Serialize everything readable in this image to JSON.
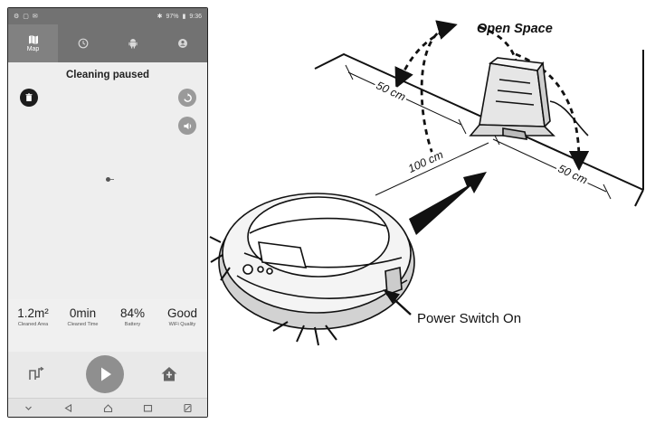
{
  "statusbar": {
    "time": "9:36",
    "battery": "97%"
  },
  "tabs": [
    {
      "label": "Map",
      "icon": "map-icon"
    },
    {
      "label": "",
      "icon": "clock-icon"
    },
    {
      "label": "",
      "icon": "robot-icon"
    },
    {
      "label": "",
      "icon": "account-icon"
    }
  ],
  "map": {
    "status": "Cleaning paused"
  },
  "stats": [
    {
      "value": "1.2m²",
      "label": "Cleaned Area"
    },
    {
      "value": "0min",
      "label": "Cleaned Time"
    },
    {
      "value": "84%",
      "label": "Battery"
    },
    {
      "value": "Good",
      "label": "WiFi Quality"
    }
  ],
  "icons": {
    "trash": "trash-icon",
    "refresh": "refresh-icon",
    "voice": "speaker-icon",
    "pattern": "cleaning-pattern-icon",
    "play": "play-icon",
    "home": "home-dock-icon"
  },
  "colors": {
    "header": "#727272",
    "active_tab": "#818181",
    "play_button": "#8f8f8f"
  },
  "illustration": {
    "open_space": "Open Space",
    "dim_left": "50 cm",
    "dim_front": "100 cm",
    "dim_right": "50 cm",
    "power_switch": "Power Switch On"
  }
}
